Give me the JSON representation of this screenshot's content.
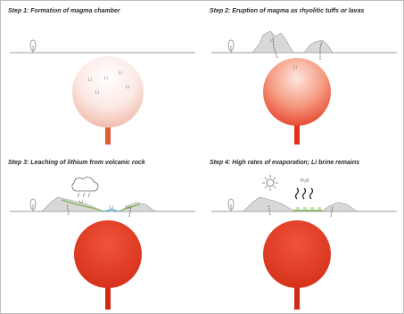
{
  "steps": [
    {
      "caption": "Step 1: Formation of magma chamber"
    },
    {
      "caption": "Step 2: Eruption of magma as rhyolitic tuffs or lavas"
    },
    {
      "caption": "Step 3: Leaching of lithium from volcanic rock"
    },
    {
      "caption": "Step 4: High rates of evaporation; Li brine remains"
    }
  ],
  "labels": {
    "li": "Li",
    "li_plus": "Li+",
    "water": "H₂O"
  },
  "colors": {
    "ground_line": "#9a9a9a",
    "volcanic_rock": "#d8d8d8",
    "magma_light": "#f3c0b2",
    "magma_hot": "#e3321c",
    "brine_green": "#7ab648",
    "water_blue": "#4aa3df"
  },
  "icons": [
    "tree-icon",
    "rain-cloud-icon",
    "sun-icon",
    "steam-icon"
  ]
}
